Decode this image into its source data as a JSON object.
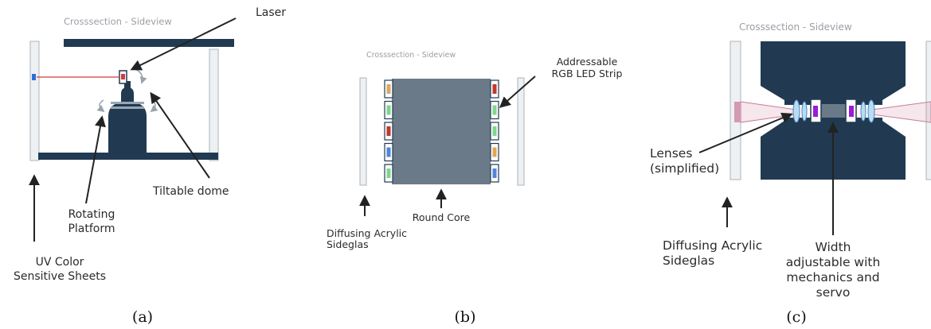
{
  "panel_a": {
    "header": "Crosssection - Sideview",
    "laser_label": "Laser",
    "tiltable_label": "Tiltable dome",
    "rotating_label_1": "Rotating",
    "rotating_label_2": "Platform",
    "uv_label_1": "UV Color",
    "uv_label_2": "Sensitive Sheets",
    "caption": "(a)"
  },
  "panel_b": {
    "header": "Crosssection - Sideview",
    "led_label_1": "Addressable",
    "led_label_2": "RGB LED Strip",
    "core_label": "Round Core",
    "acrylic_label_1": "Diffusing Acrylic",
    "acrylic_label_2": "Sideglas",
    "caption": "(b)",
    "left_led_colors": [
      "#d8a967",
      "#7fd68c",
      "#c0392b",
      "#4f86d9",
      "#7fd68c"
    ],
    "right_led_colors": [
      "#c0392b",
      "#7fd68c",
      "#7fd68c",
      "#e3a455",
      "#4f86d9"
    ]
  },
  "panel_c": {
    "header": "Crosssection - Sideview",
    "lenses_label_1": "Lenses",
    "lenses_label_2": "(simplified)",
    "acrylic_label_1": "Diffusing Acrylic",
    "acrylic_label_2": "Sideglas",
    "width_label_1": "Width",
    "width_label_2": "adjustable with",
    "width_label_3": "mechanics and",
    "width_label_4": "servo",
    "caption": "(c)"
  },
  "colors": {
    "structure": "#213a52",
    "core": "#6b7a89",
    "laser_beam": "#d23a3a",
    "beam_cone": "#c87a96",
    "lens": "#b9dbf5",
    "led_purple": "#9b1bd6"
  }
}
